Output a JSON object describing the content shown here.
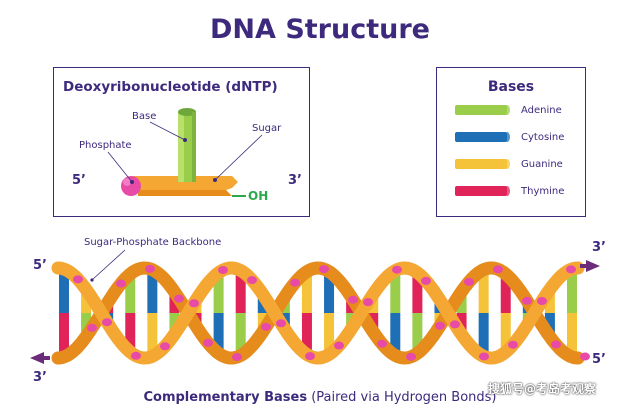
{
  "title": "DNA Structure",
  "dntp": {
    "title": "Deoxyribonucleotide (dNTP)",
    "base_label": "Base",
    "sugar_label": "Sugar",
    "phosphate_label": "Phosphate",
    "five_prime": "5’",
    "three_prime": "3’",
    "oh_label": "OH"
  },
  "legend": {
    "title": "Bases",
    "items": [
      {
        "label": "Adenine",
        "color": "#9acd4a"
      },
      {
        "label": "Cytosine",
        "color": "#1f6fb6"
      },
      {
        "label": "Guanine",
        "color": "#f5c33a"
      },
      {
        "label": "Thymine",
        "color": "#e0245a"
      }
    ]
  },
  "helix": {
    "backbone_label": "Sugar-Phosphate Backbone",
    "left_top": "5’",
    "left_bottom": "3’",
    "right_top": "3’",
    "right_bottom": "5’",
    "backbone_color": "#f4a732",
    "phosphate_color": "#e84aa8",
    "arrow_color": "#6b2d7a",
    "rung_colors": [
      "#1f6fb6",
      "#f5c33a",
      "#e0245a",
      "#9acd4a",
      "#1f6fb6",
      "#e0245a",
      "#f5c33a",
      "#9acd4a",
      "#e0245a",
      "#1f6fb6",
      "#9acd4a",
      "#f5c33a",
      "#1f6fb6",
      "#e0245a",
      "#f5c33a",
      "#9acd4a",
      "#e0245a",
      "#1f6fb6",
      "#9acd4a",
      "#f5c33a",
      "#e0245a",
      "#1f6fb6",
      "#f5c33a",
      "#9acd4a"
    ]
  },
  "caption": {
    "bold": "Complementary Bases",
    "rest": " (Paired via Hydrogen Bonds)"
  },
  "watermark": "搜狐号@考岛考观察"
}
